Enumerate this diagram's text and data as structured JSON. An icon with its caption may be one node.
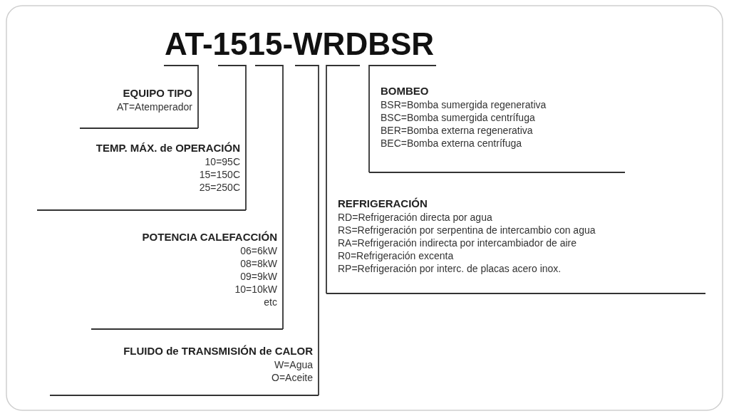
{
  "diagram": {
    "title": "AT-1515-WRDBSR",
    "nodes": [
      {
        "text": [
          "EQUIPO TIPO",
          "AT=Atemperador"
        ]
      },
      {
        "text": [
          "TEMP. MÁX. de OPERACIÓN",
          "10=95C",
          "15=150C",
          "25=250C"
        ]
      },
      {
        "text": [
          "POTENCIA CALEFACCIÓN",
          "06=6kW",
          "08=8kW",
          "09=9kW",
          "10=10kW",
          "etc"
        ]
      },
      {
        "text": [
          "FLUIDO de TRANSMISIÓN de CALOR",
          "W=Agua",
          "O=Aceite"
        ]
      },
      {
        "text": [
          "REFRIGERACIÓN",
          "RD=Refrigeración directa por agua",
          "RS=Refrigeración por serpentina de intercambio con agua",
          "RA=Refrigeración indirecta por intercambiador de aire",
          "R0=Refrigeración excenta",
          "RP=Refrigeración por interc. de placas acero inox."
        ]
      },
      {
        "text": [
          "BOMBEO",
          "BSR=Bomba sumergida regenerativa",
          "BSC=Bomba sumergida centrífuga",
          "BER=Bomba externa regenerativa",
          "BEC=Bomba externa centrífuga"
        ]
      }
    ],
    "edges": [
      {
        "from": 0,
        "to": null,
        "arrow": "none"
      },
      {
        "from": 1,
        "to": null,
        "arrow": "none"
      },
      {
        "from": 2,
        "to": null,
        "arrow": "none"
      },
      {
        "from": 3,
        "to": null,
        "arrow": "none"
      },
      {
        "from": 4,
        "to": null,
        "arrow": "none"
      },
      {
        "from": 5,
        "to": null,
        "arrow": "none"
      }
    ]
  }
}
